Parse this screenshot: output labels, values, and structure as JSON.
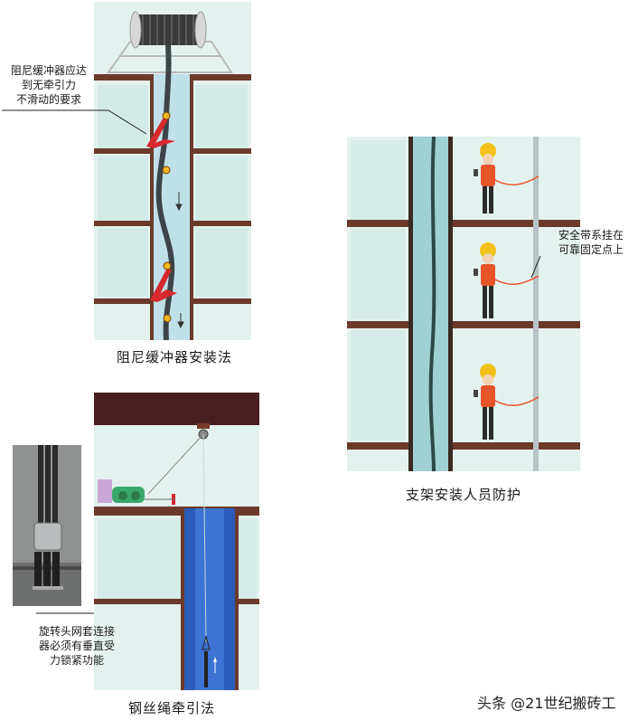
{
  "panels": {
    "damper": {
      "caption": "阻尼缓冲器安装法",
      "note_lines": [
        "阻尼缓冲器应达",
        "到无牵引力",
        "不滑动的要求"
      ]
    },
    "support": {
      "caption": "支架安装人员防护",
      "note_lines": [
        "安全带系挂在",
        "可靠固定点上"
      ]
    },
    "wire": {
      "caption": "钢丝绳牵引法",
      "note_lines": [
        "旋转头网套连接",
        "器必须有垂直受",
        "力锁紧功能"
      ]
    }
  },
  "watermark": "头条 @21世纪搬砖工",
  "colors": {
    "beam": "#6b3a2a",
    "shaft_light": "#bfe0e8",
    "shaft_blue": "#2a5bb8",
    "wall": "#dff0ee",
    "damper_red": "#d9272e",
    "helmet": "#f2c21b",
    "vest": "#e8532a"
  }
}
